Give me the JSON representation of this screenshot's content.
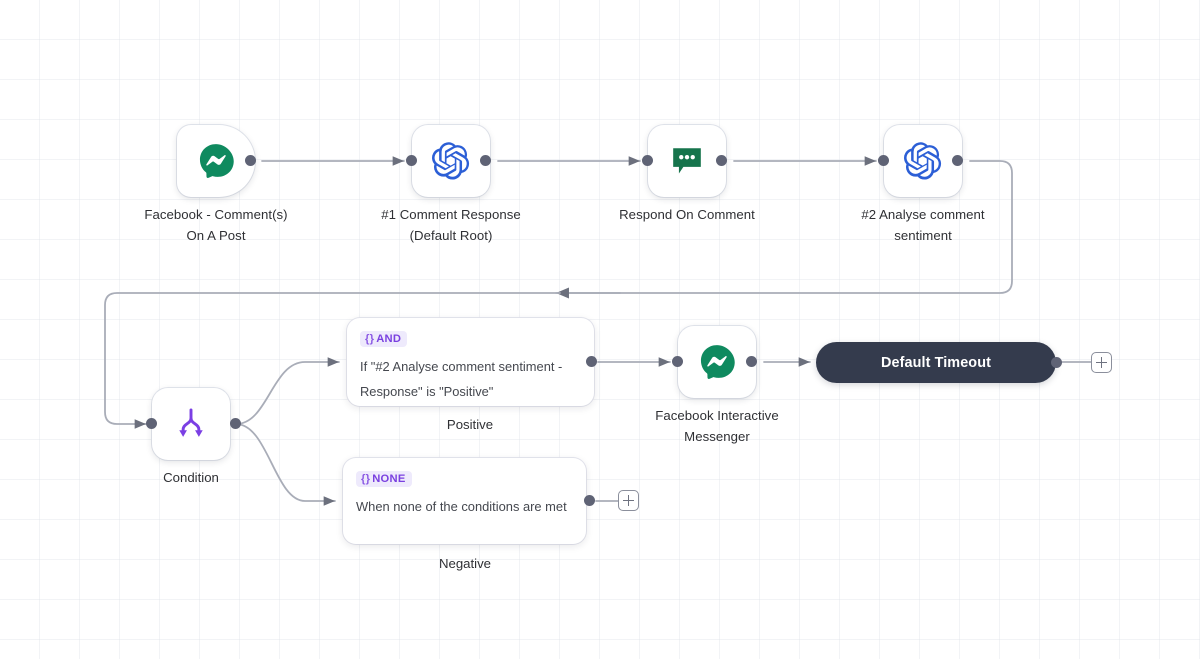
{
  "canvas": {
    "background_color": "#ffffff",
    "grid_color": "#dee2e9",
    "edge_color": "#a9adb8"
  },
  "palette": {
    "messenger_green": "#0f8a5f",
    "openai_blue": "#2c5fd6",
    "comment_green": "#16744c",
    "condition_purple": "#7b3fe4",
    "badge_bg": "#eeeafc",
    "badge_text": "#7a40e0",
    "pill_bg": "#343b4d",
    "dot": "#5f6375",
    "label_text": "#2f3034"
  },
  "nodes": [
    {
      "id": "facebook-comments-trigger",
      "icon": "messenger-icon",
      "label": "Facebook - Comment(s)\nOn A Post",
      "kind": "trigger"
    },
    {
      "id": "comment-response",
      "icon": "openai-icon",
      "label": "#1 Comment Response\n(Default Root)",
      "kind": "action"
    },
    {
      "id": "respond-on-comment",
      "icon": "comment-bubble-icon",
      "label": "Respond On Comment",
      "kind": "action"
    },
    {
      "id": "analyse-comment-sentiment",
      "icon": "openai-icon",
      "label": "#2 Analyse comment\nsentiment",
      "kind": "action"
    },
    {
      "id": "condition",
      "icon": "branch-split-icon",
      "label": "Condition",
      "kind": "condition"
    },
    {
      "id": "facebook-interactive-messenger",
      "icon": "messenger-icon",
      "label": "Facebook Interactive\nMessenger",
      "kind": "action"
    }
  ],
  "condition_branches": [
    {
      "id": "positive-branch",
      "badge_braces": "{}",
      "badge": "AND",
      "text": "If \"#2 Analyse comment sentiment -\nResponse\" is \"Positive\"",
      "label": "Positive"
    },
    {
      "id": "negative-branch",
      "badge_braces": "{}",
      "badge": "NONE",
      "text": "When none of the conditions are met",
      "label": "Negative"
    }
  ],
  "timeout_node": {
    "id": "default-timeout",
    "label": "Default Timeout"
  },
  "add_buttons": [
    {
      "id": "add-after-default-timeout",
      "label": "+"
    },
    {
      "id": "add-after-negative-branch",
      "label": "+"
    }
  ]
}
